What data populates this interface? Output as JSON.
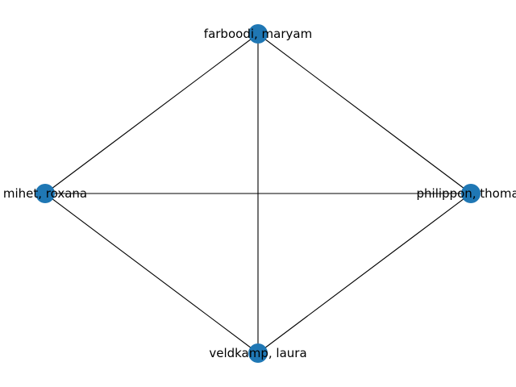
{
  "graph": {
    "node_color": "#1f77b4",
    "edge_color": "#000000",
    "nodes": [
      {
        "id": "farboodi",
        "label": "farboodi, maryam"
      },
      {
        "id": "mihet",
        "label": "mihet, roxana"
      },
      {
        "id": "philippon",
        "label": "philippon, thomas"
      },
      {
        "id": "veldkamp",
        "label": "veldkamp, laura"
      }
    ],
    "edges": [
      [
        "farboodi",
        "mihet"
      ],
      [
        "farboodi",
        "philippon"
      ],
      [
        "farboodi",
        "veldkamp"
      ],
      [
        "mihet",
        "philippon"
      ],
      [
        "mihet",
        "veldkamp"
      ],
      [
        "philippon",
        "veldkamp"
      ]
    ]
  }
}
